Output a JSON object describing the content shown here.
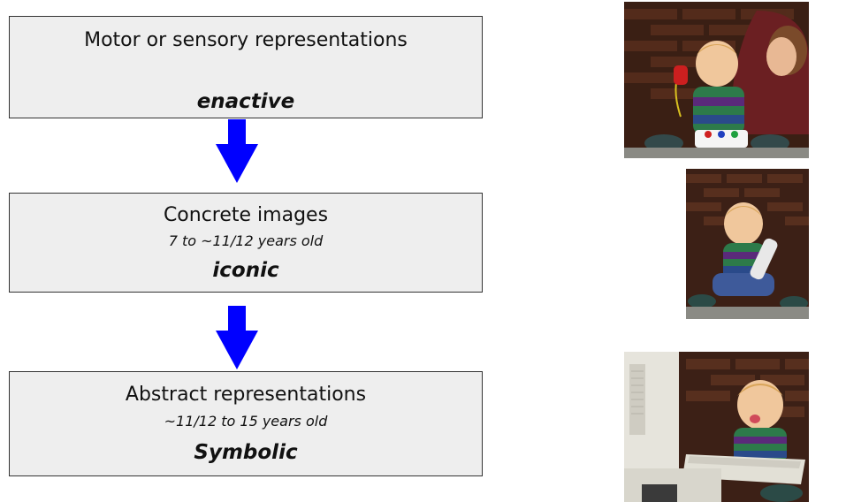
{
  "stages": [
    {
      "title": "Motor or sensory representations",
      "subtitle": "",
      "mode": "enactive"
    },
    {
      "title": "Concrete images",
      "subtitle": "7 to ~11/12 years old",
      "mode": "iconic"
    },
    {
      "title": "Abstract representations",
      "subtitle": "~11/12 to  15 years old",
      "mode": "Symbolic"
    }
  ],
  "colors": {
    "box_fill": "#eeeeee",
    "box_border": "#333333",
    "arrow": "#0000ff"
  }
}
